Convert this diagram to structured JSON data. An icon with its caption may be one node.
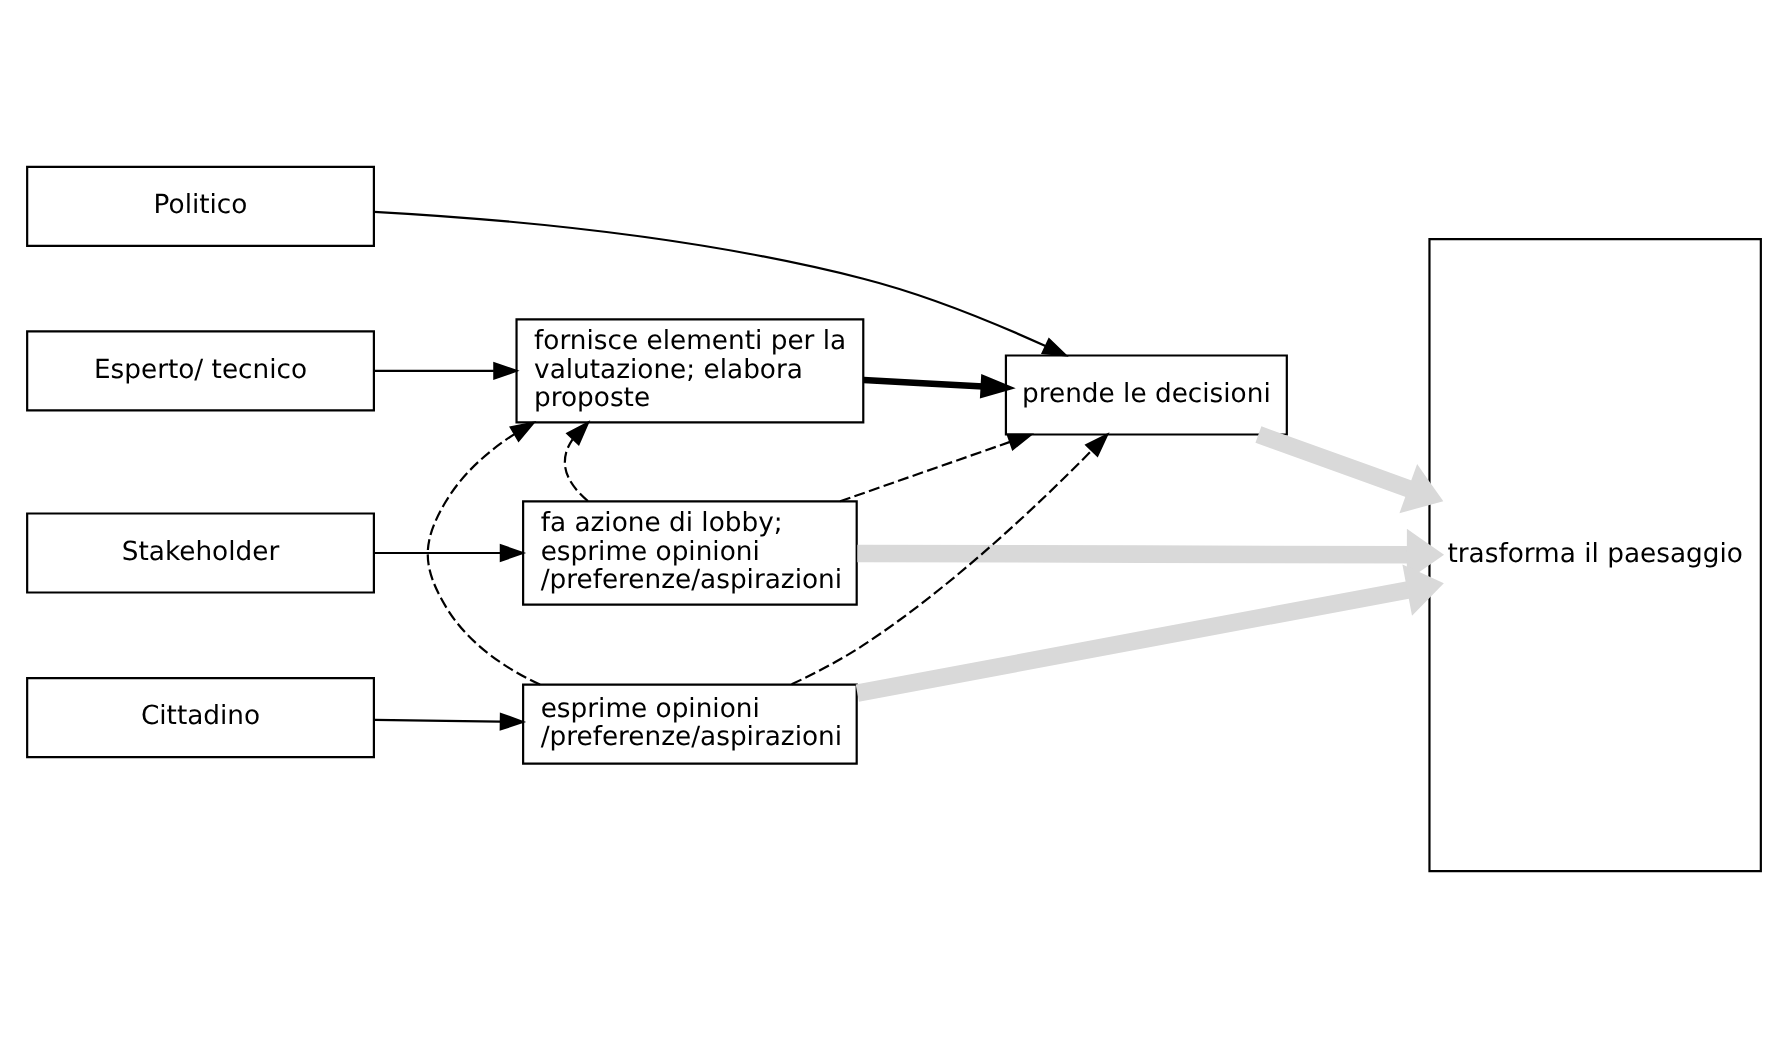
{
  "diagram": {
    "nodes": [
      {
        "text": [
          "Politico"
        ]
      },
      {
        "text": [
          "prende le decisioni"
        ]
      },
      {
        "text": [
          "Esperto/ tecnico"
        ]
      },
      {
        "text": [
          "fornisce elementi per la valutazione; elabora proposte"
        ]
      },
      {
        "text": [
          "Stakeholder"
        ]
      },
      {
        "text": [
          "fa azione di lobby; esprime opinioni /preferenze/aspirazioni"
        ]
      },
      {
        "text": [
          "Cittadino"
        ]
      },
      {
        "text": [
          "esprime opinioni /preferenze/aspirazioni"
        ]
      },
      {
        "text": [
          "trasforma il paesaggio"
        ]
      }
    ],
    "edges": [
      {
        "from": 0,
        "to": 1,
        "arrow": "to"
      },
      {
        "from": 2,
        "to": 3,
        "arrow": "to"
      },
      {
        "from": 3,
        "to": 1,
        "arrow": "to",
        "style": "thick"
      },
      {
        "from": 4,
        "to": 5,
        "arrow": "to"
      },
      {
        "from": 6,
        "to": 7,
        "arrow": "to"
      },
      {
        "from": 5,
        "to": 3,
        "arrow": "to",
        "style": "dashed"
      },
      {
        "from": 5,
        "to": 1,
        "arrow": "to",
        "style": "dashed"
      },
      {
        "from": 7,
        "to": 3,
        "arrow": "to",
        "style": "dashed"
      },
      {
        "from": 7,
        "to": 1,
        "arrow": "to",
        "style": "dashed"
      },
      {
        "from": 1,
        "to": 8,
        "arrow": "to",
        "style": "thick",
        "color": "#d9d9d9"
      },
      {
        "from": 5,
        "to": 8,
        "arrow": "to",
        "style": "thick",
        "color": "#d9d9d9"
      },
      {
        "from": 7,
        "to": 8,
        "arrow": "to",
        "style": "thick",
        "color": "#d9d9d9"
      }
    ]
  }
}
